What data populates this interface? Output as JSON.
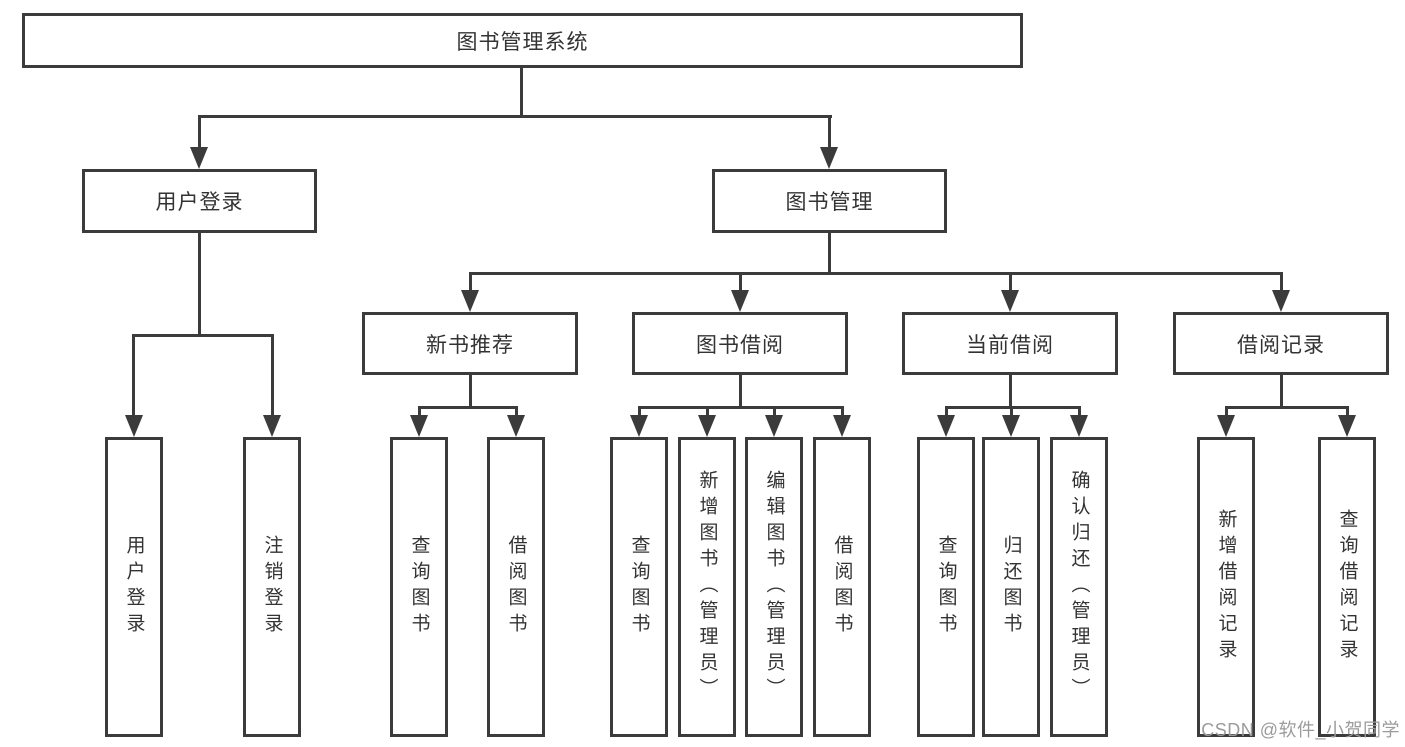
{
  "diagram": {
    "root": "图书管理系统",
    "branches": [
      {
        "label": "用户登录",
        "children": [
          "用户登录",
          "注销登录"
        ]
      },
      {
        "label": "图书管理",
        "sub": [
          {
            "label": "新书推荐",
            "children": [
              "查询图书",
              "借阅图书"
            ]
          },
          {
            "label": "图书借阅",
            "children": [
              "查询图书",
              "新增图书（管理员）",
              "编辑图书（管理员）",
              "借阅图书"
            ]
          },
          {
            "label": "当前借阅",
            "children": [
              "查询图书",
              "归还图书",
              "确认归还（管理员）"
            ]
          },
          {
            "label": "借阅记录",
            "children": [
              "新增借阅记录",
              "查询借阅记录"
            ]
          }
        ]
      }
    ]
  },
  "watermark": "CSDN @软件_小贺同学",
  "colors": {
    "line": "#3b3b3b",
    "text": "#333333",
    "watermark": "#9b9b9b"
  }
}
